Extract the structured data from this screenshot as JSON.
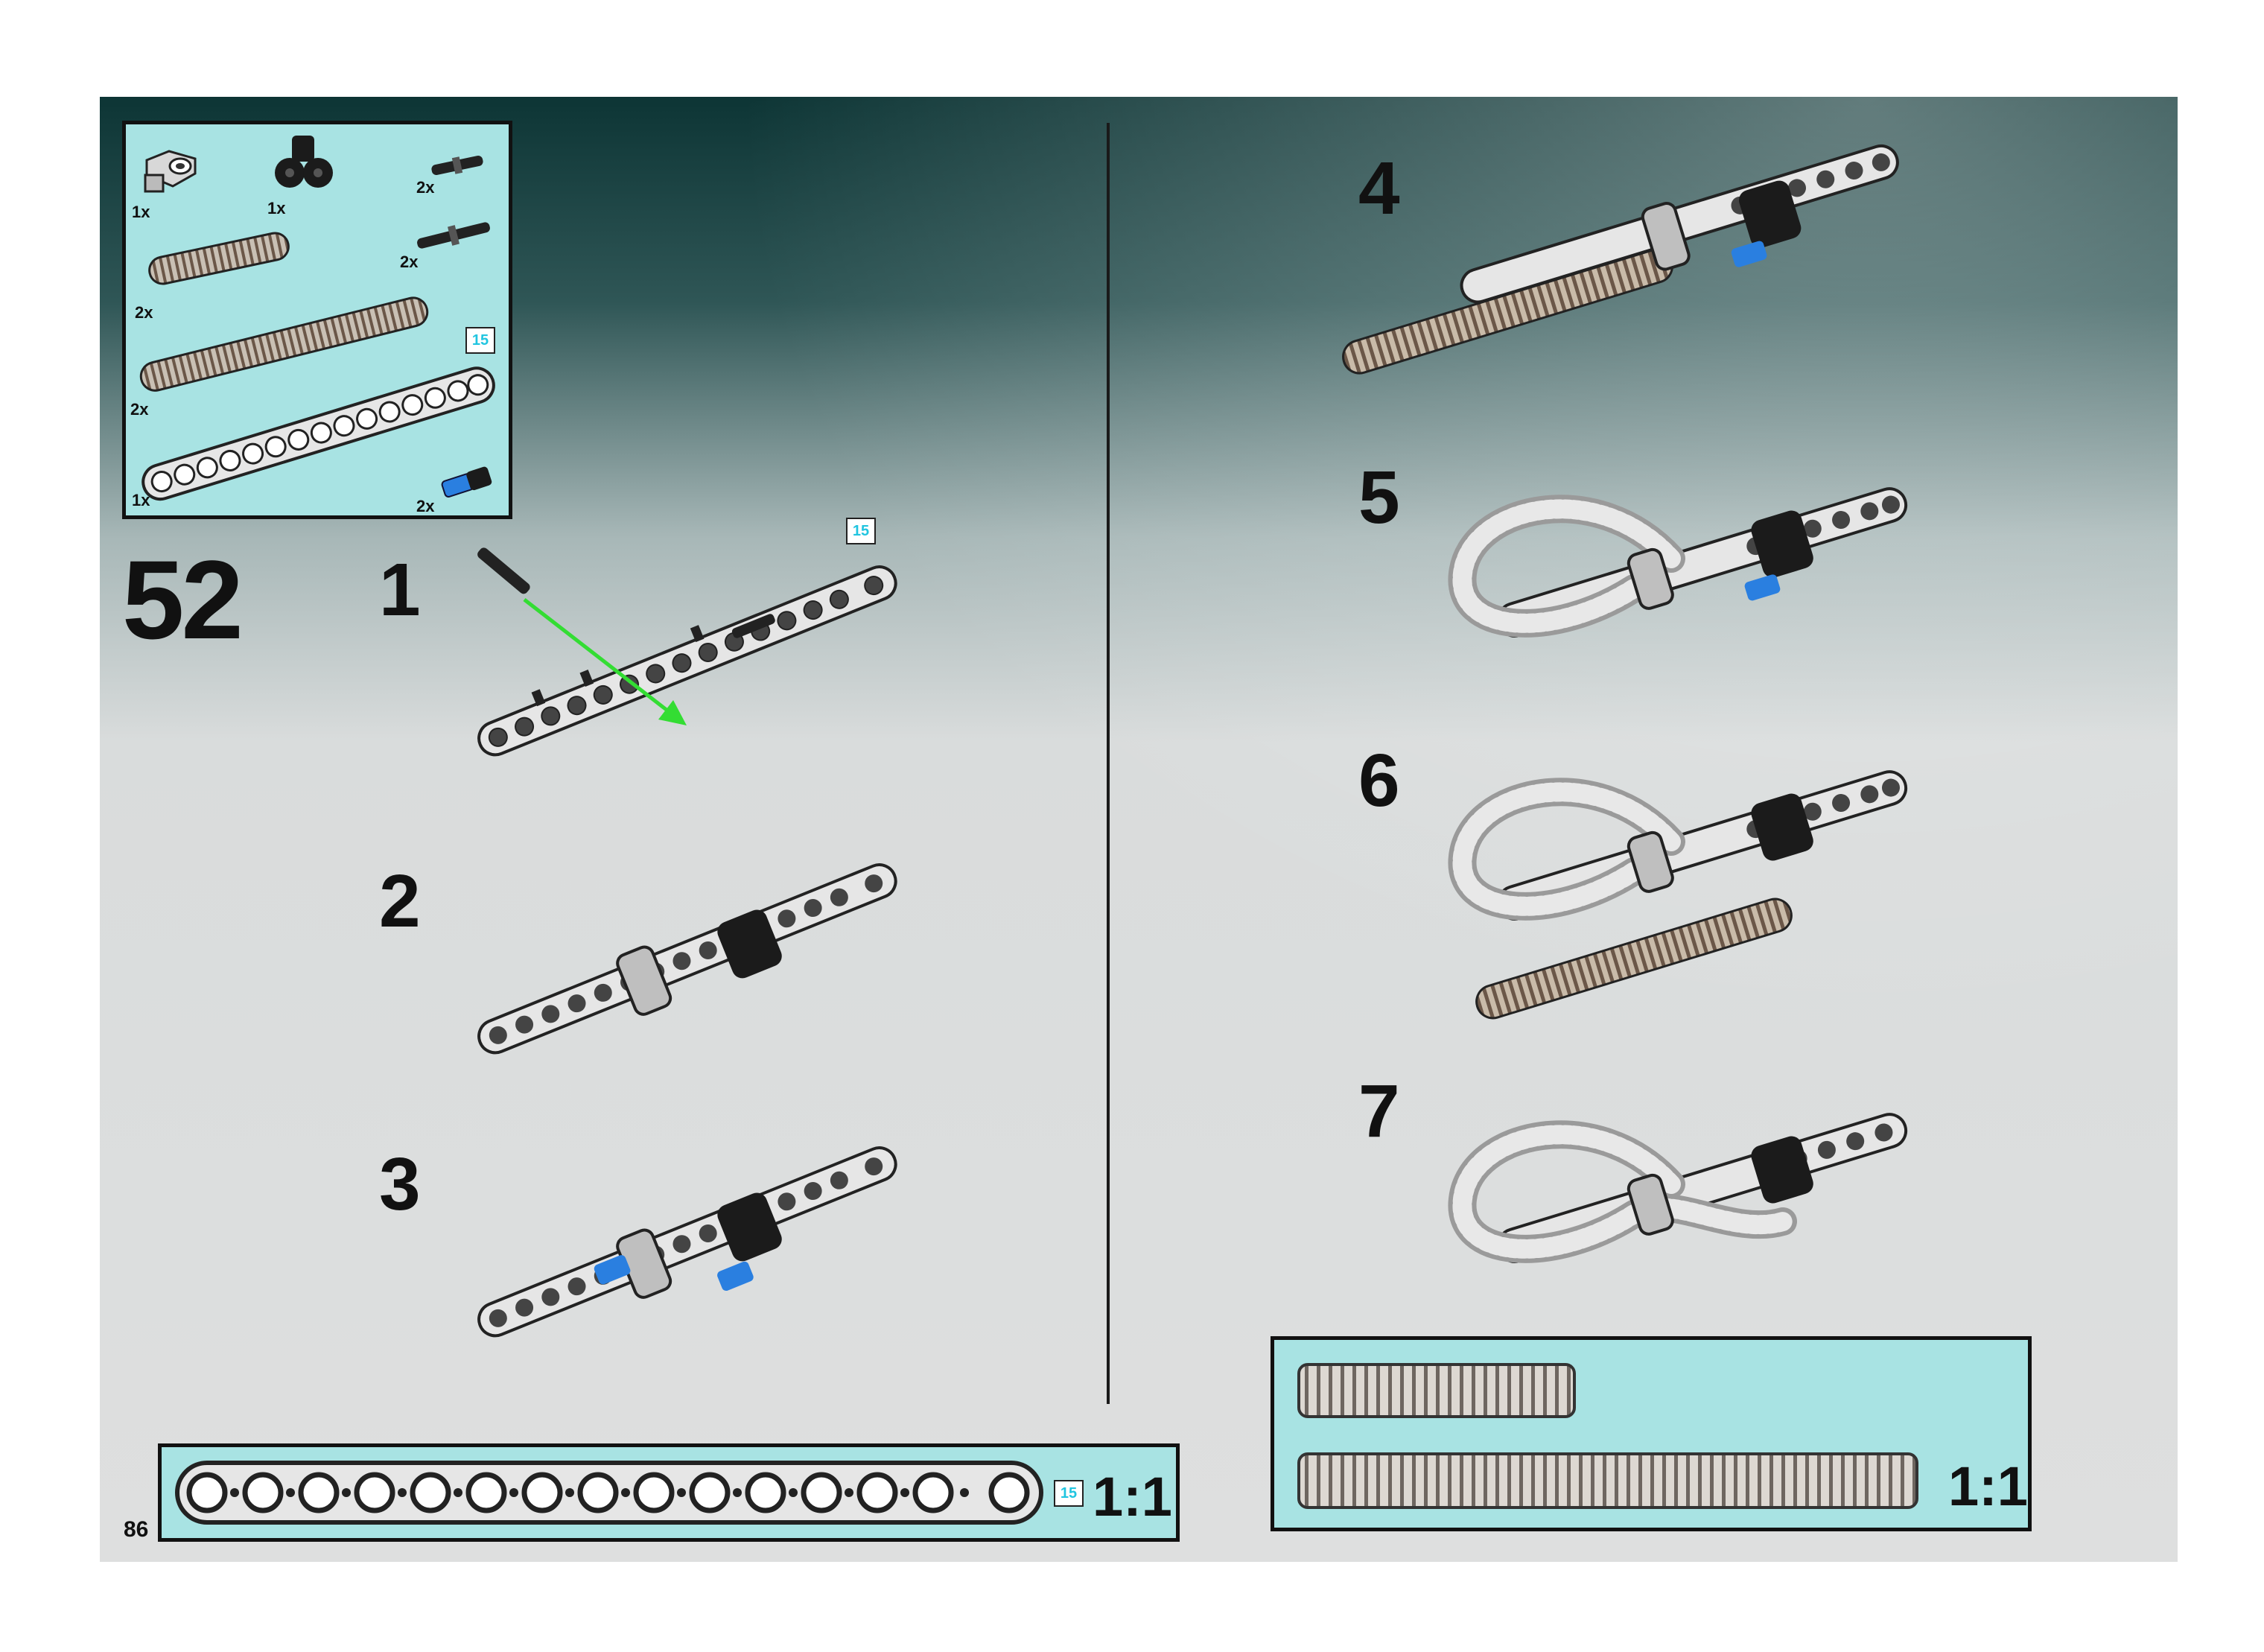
{
  "page": {
    "number": "86",
    "main_step": "52"
  },
  "parts_panel": {
    "items": [
      {
        "icon": "cross-block-icon",
        "qty": "1x"
      },
      {
        "icon": "beam-connector-icon",
        "qty": "1x"
      },
      {
        "icon": "pin-icon",
        "qty": "2x"
      },
      {
        "icon": "axle-pin-icon",
        "qty": "2x"
      },
      {
        "icon": "short-hose-icon",
        "qty": "2x"
      },
      {
        "icon": "long-hose-icon",
        "qty": "2x"
      },
      {
        "icon": "beam-15-icon",
        "qty": "1x"
      },
      {
        "icon": "blue-pin-icon",
        "qty": "2x"
      }
    ],
    "beam_ref": "15"
  },
  "substeps": [
    "1",
    "2",
    "3",
    "4",
    "5",
    "6",
    "7"
  ],
  "step1_beam_ref": "15",
  "beam_scale": {
    "ref": "15",
    "scale": "1:1"
  },
  "hose_scale": {
    "scale": "1:1"
  },
  "colors": {
    "panel": "#a8e3e3",
    "beam": "#e6e6e6",
    "pin_blue": "#2a7fe0",
    "arrow": "#33dd33",
    "dark": "#1a1a1a"
  }
}
